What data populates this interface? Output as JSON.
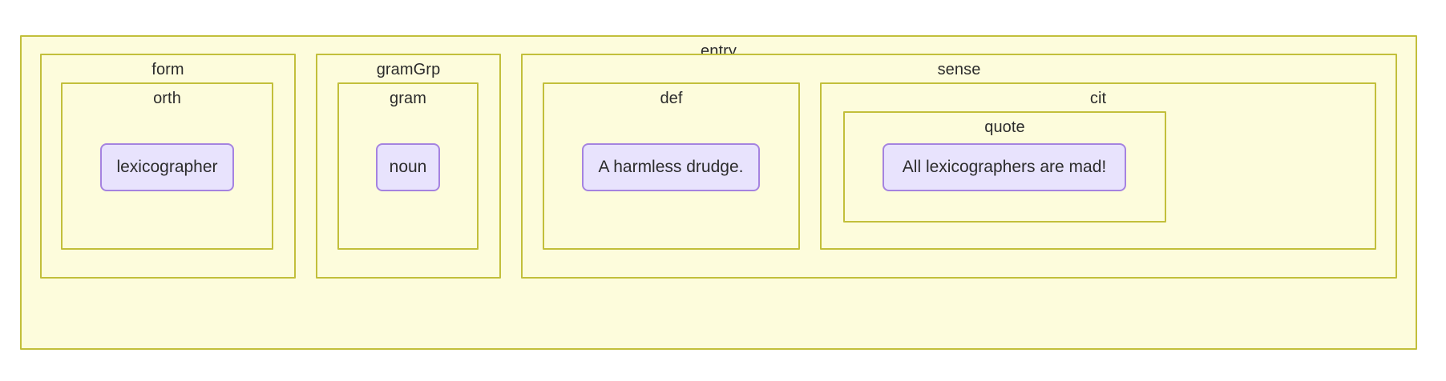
{
  "diagram": {
    "kind": "nested-box-tree",
    "root_label": "entry",
    "background_color": "#ffffff",
    "element_box_fill": "#fdfcdc",
    "element_box_border": "#c2bf3b",
    "text_node_fill": "#e8e3fd",
    "text_node_border": "#a583e0",
    "label_color": "#2c2c2c"
  },
  "nodes": {
    "entry": {
      "label": "entry"
    },
    "form": {
      "label": "form"
    },
    "orth": {
      "label": "orth"
    },
    "gramGrp": {
      "label": "gramGrp"
    },
    "gram": {
      "label": "gram"
    },
    "sense": {
      "label": "sense"
    },
    "def": {
      "label": "def"
    },
    "cit": {
      "label": "cit"
    },
    "quote": {
      "label": "quote"
    }
  },
  "text_nodes": {
    "orth": {
      "value": "lexicographer"
    },
    "gram": {
      "value": "noun"
    },
    "def": {
      "value": "A harmless drudge."
    },
    "quote": {
      "value": "All lexicographers are mad!"
    }
  }
}
